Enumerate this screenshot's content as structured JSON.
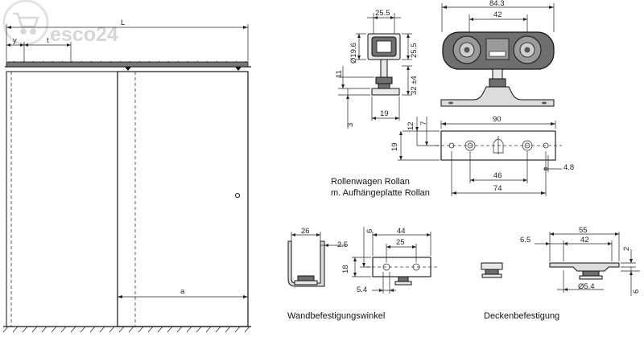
{
  "logo": {
    "text": "esco24"
  },
  "door": {
    "dim_L": "L",
    "dim_y": "y",
    "dim_t": "t",
    "dim_a": "a"
  },
  "trolley": {
    "caption_line1": "Rollenwagen Rollan",
    "caption_line2": "m. Aufhängeplatte Rollan",
    "dims": {
      "w_25_5": "25.5",
      "w_84_3": "84.3",
      "w_42": "42",
      "d_19_6": "Ø19.6",
      "h_25_5": "25.5",
      "h_11": "11",
      "h_32": "32 ±4",
      "h_3": "3",
      "w_19": "19",
      "p_12": "12",
      "p_7": "7",
      "p_19": "19",
      "p_90": "90",
      "p_46": "46",
      "p_74": "74",
      "p_4_8": "4.8"
    }
  },
  "wall_bracket": {
    "caption": "Wandbefestigungswinkel",
    "dims": {
      "w_26": "26",
      "w_2_5": "2.5",
      "h_6": "6",
      "w_44": "44",
      "w_25": "25",
      "h_18": "18",
      "w_5_4": "5.4"
    }
  },
  "ceiling_mount": {
    "caption": "Deckenbefestigung",
    "dims": {
      "w_6_5": "6.5",
      "w_55": "55",
      "w_42": "42",
      "h_2": "2",
      "d_5_4": "Ø5.4",
      "h_6": "6"
    }
  }
}
